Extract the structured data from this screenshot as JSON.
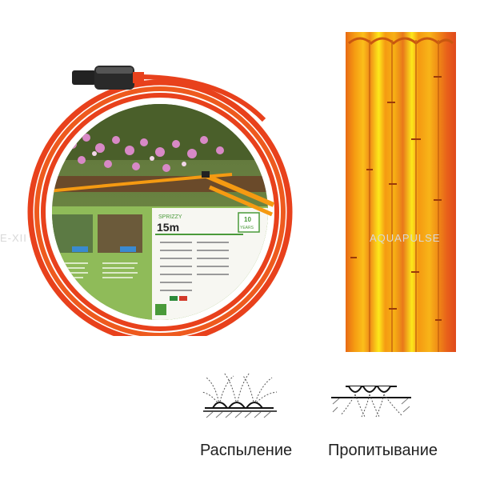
{
  "product": {
    "brand_line": "SPRIZZY",
    "length": "15m",
    "warranty_number": "10",
    "warranty_word": "YEARS"
  },
  "watermark": {
    "left": "E-XII",
    "right": "AQUAPULSE"
  },
  "modes": {
    "spray_label": "Распыление",
    "soak_label": "Пропитывание"
  },
  "icons": {
    "spray": "spray-mode-icon",
    "soak": "soak-mode-icon"
  },
  "colors": {
    "hose_red": "#e8411c",
    "hose_orange": "#f59a12",
    "hose_yellow": "#fde81b",
    "label_green": "#4a9a3a"
  }
}
